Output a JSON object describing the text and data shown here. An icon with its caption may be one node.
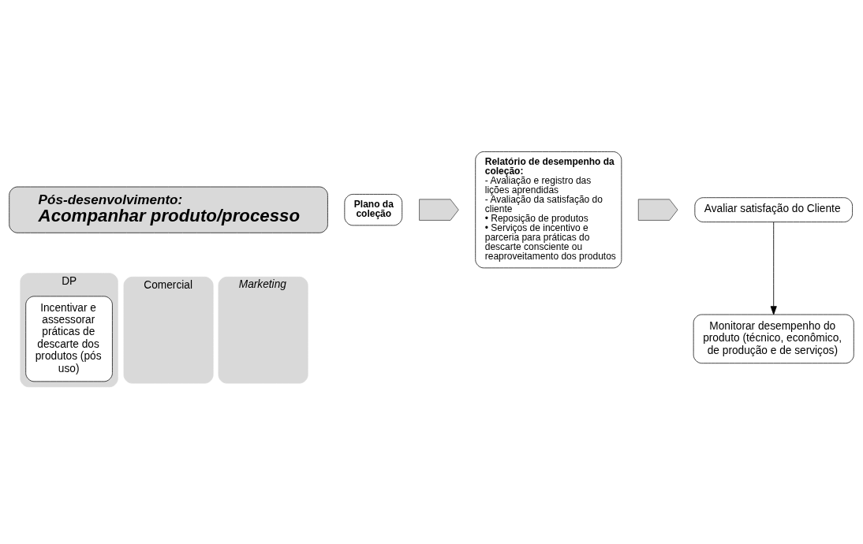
{
  "diagram": {
    "nodes": [
      {
        "text": [
          "Pós-desenvolvimento:",
          "Acompanhar produto/processo"
        ]
      },
      {
        "text": [
          "Plano da coleção"
        ]
      },
      {
        "text": [],
        "shape": "chevron"
      },
      {
        "text": [
          "Relatório de desempenho da coleção:",
          "- Avaliação e registro das lições aprendidas",
          "- Avaliação da satisfação do cliente",
          "• Reposição de produtos",
          "• Serviços de incentivo e parceria para práticas do descarte consciente ou reaproveitamento dos produtos"
        ]
      },
      {
        "text": [],
        "shape": "chevron"
      },
      {
        "text": [
          "DP"
        ]
      },
      {
        "text": [
          "Comercial"
        ]
      },
      {
        "text": [
          "Marketing"
        ]
      },
      {
        "text": [
          "Incentivar e assessorar práticas de descarte dos produtos (pós uso)"
        ],
        "in": 5
      },
      {
        "text": [
          "Avaliar satisfação do Cliente"
        ]
      },
      {
        "text": [
          "Monitorar desempenho do produto (técnico, econômico, de produção e de serviços)"
        ]
      }
    ],
    "edges": [
      {
        "from": 9,
        "to": 10,
        "arrow": "to"
      }
    ]
  }
}
